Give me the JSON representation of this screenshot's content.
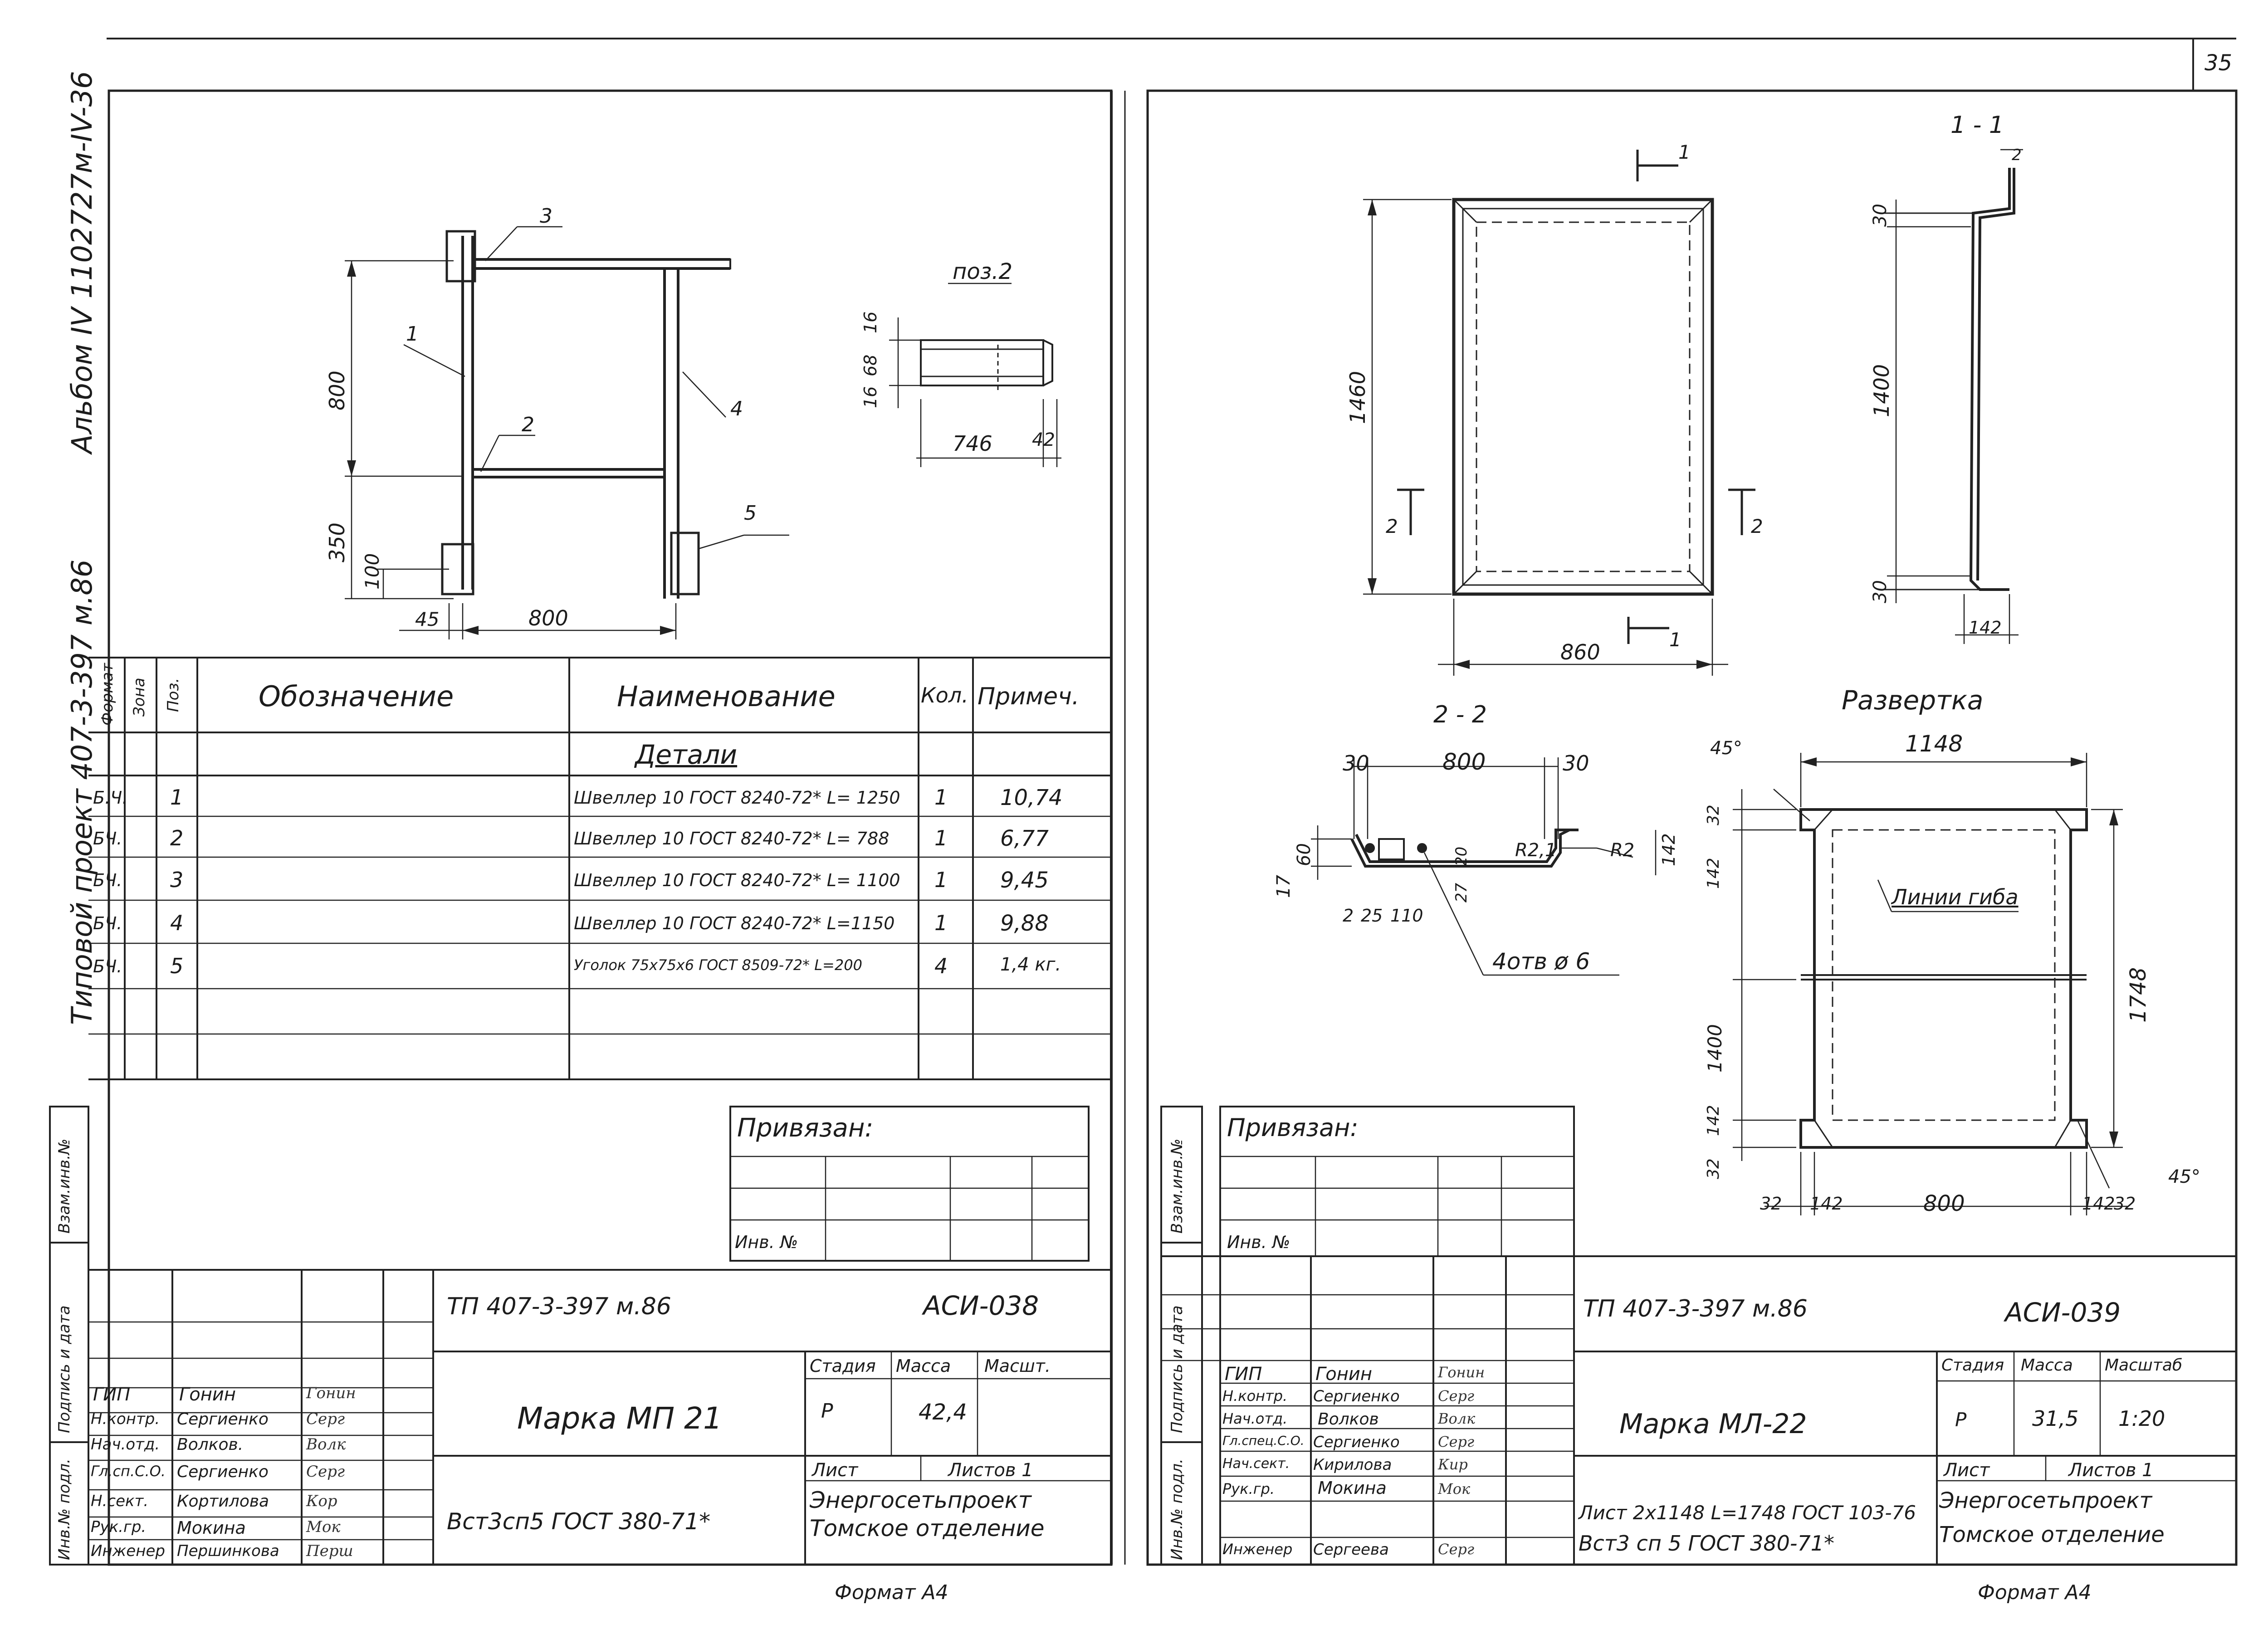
{
  "page_number": "35",
  "side_label_album": "Альбом IV 1102727м-IV-36",
  "side_label_project": "Типовой проект 407-3-397 м.86",
  "left": {
    "view_labels": {
      "pos2": "поз.2"
    },
    "callouts": [
      "1",
      "2",
      "3",
      "4",
      "5"
    ],
    "dims": {
      "d800_vert": "800",
      "d350": "350",
      "d100": "100",
      "d45": "45",
      "d800_horz": "800",
      "d16a": "16",
      "d68": "68",
      "d16b": "16",
      "d746": "746",
      "d42": "42"
    },
    "spec": {
      "vert_headers": [
        "Формат",
        "Зона",
        "Поз."
      ],
      "headers": {
        "designation": "Обозначение",
        "name": "Наименование",
        "qty": "Кол.",
        "note": "Примеч."
      },
      "section": "Детали",
      "rows": [
        {
          "format": "Б.Ч.",
          "pos": "1",
          "name": "Швеллер 10 ГОСТ 8240-72* L= 1250",
          "qty": "1",
          "note": "10,74"
        },
        {
          "format": "БЧ.",
          "pos": "2",
          "name": "Швеллер 10 ГОСТ 8240-72* L= 788",
          "qty": "1",
          "note": "6,77"
        },
        {
          "format": "БЧ.",
          "pos": "3",
          "name": "Швеллер 10 ГОСТ 8240-72* L= 1100",
          "qty": "1",
          "note": "9,45"
        },
        {
          "format": "БЧ.",
          "pos": "4",
          "name": "Швеллер 10 ГОСТ 8240-72* L=1150",
          "qty": "1",
          "note": "9,88"
        },
        {
          "format": "БЧ.",
          "pos": "5",
          "name": "Уголок 75х75х6 ГОСТ 8509-72* L=200",
          "qty": "4",
          "note": "1,4 кг."
        }
      ]
    },
    "privyazan": "Привязан:",
    "inv_no": "Инв. №",
    "title": {
      "project_code": "ТП 407-3-397 м.86",
      "sheet_code": "АСИ-038",
      "mark": "Марка МП 21",
      "material": "Вст3сп5 ГОСТ 380-71*",
      "stage_h": "Стадия",
      "mass_h": "Масса",
      "scale_h": "Масшт.",
      "stage": "Р",
      "mass": "42,4",
      "scale": "",
      "sheet_h": "Лист",
      "sheets_h": "Листов 1",
      "org1": "Энергосетьпроект",
      "org2": "Томское отделение",
      "staff": [
        {
          "role": "ГИП",
          "name": "Гонин",
          "sig": "Гонин"
        },
        {
          "role": "Н.контр.",
          "name": "Сергиенко",
          "sig": "Серг"
        },
        {
          "role": "Нач.отд.",
          "name": "Волков.",
          "sig": "Волк"
        },
        {
          "role": "Гл.сп.С.О.",
          "name": "Сергиенко",
          "sig": "Серг"
        },
        {
          "role": "Н.сект.",
          "name": "Кортилова",
          "sig": "Кор"
        },
        {
          "role": "Рук.гр.",
          "name": "Мокина",
          "sig": "Мок"
        },
        {
          "role": "Инженер",
          "name": "Першинкова",
          "sig": "Перш"
        }
      ]
    },
    "stamp_vert": [
      "Взам.инв.№",
      "Подпись и дата",
      "Инв.№ подл."
    ],
    "format": "Формат А4"
  },
  "right": {
    "view_labels": {
      "sec11": "1 - 1",
      "sec22": "2 - 2",
      "razv": "Развертка",
      "bend": "Линии гиба",
      "holes": "4отв ø 6"
    },
    "cuts": [
      "1",
      "1",
      "2",
      "2"
    ],
    "dims": {
      "d1460": "1460",
      "d860": "860",
      "d30a": "30",
      "d1400a": "1400",
      "d30b": "30",
      "d142a": "142",
      "d2": "2",
      "s30a": "30",
      "s800": "800",
      "s30b": "30",
      "s17": "17",
      "s60": "60",
      "s142": "142",
      "r21": "R2,1",
      "r2": "R2",
      "s2": "2",
      "s25": "25",
      "s110": "110",
      "s27": "27",
      "s20": "20",
      "u45a": "45°",
      "u1148": "1148",
      "u32a": "32",
      "u142a": "142",
      "u1400": "1400",
      "u142b": "142",
      "u32b": "32",
      "u1748": "1748",
      "u45b": "45°",
      "b32a": "32",
      "b142a": "142",
      "b800": "800",
      "b142b": "142",
      "b32b": "32"
    },
    "privyazan": "Привязан:",
    "inv_no": "Инв. №",
    "title": {
      "project_code": "ТП 407-3-397 м.86",
      "sheet_code": "АСИ-039",
      "mark": "Марка МЛ-22",
      "material1": "Лист 2х1148 L=1748 ГОСТ 103-76",
      "material2": "Вст3 сп 5 ГОСТ 380-71*",
      "stage_h": "Стадия",
      "mass_h": "Масса",
      "scale_h": "Масштаб",
      "stage": "Р",
      "mass": "31,5",
      "scale": "1:20",
      "sheet_h": "Лист",
      "sheets_h": "Листов 1",
      "org1": "Энергосетьпроект",
      "org2": "Томское отделение",
      "staff": [
        {
          "role": "ГИП",
          "name": "Гонин",
          "sig": "Гонин"
        },
        {
          "role": "Н.контр.",
          "name": "Сергиенко",
          "sig": "Серг"
        },
        {
          "role": "Нач.отд.",
          "name": "Волков",
          "sig": "Волк"
        },
        {
          "role": "Гл.спец.С.О.",
          "name": "Сергиенко",
          "sig": "Серг"
        },
        {
          "role": "Нач.сект.",
          "name": "Кирилова",
          "sig": "Кир"
        },
        {
          "role": "Рук.гр.",
          "name": "Мокина",
          "sig": "Мок"
        },
        {
          "role": "Инженер",
          "name": "Сергеева",
          "sig": "Серг"
        }
      ]
    },
    "stamp_vert": [
      "Взам.инв.№",
      "Подпись и дата",
      "Инв.№ подл."
    ],
    "format": "Формат А4"
  }
}
